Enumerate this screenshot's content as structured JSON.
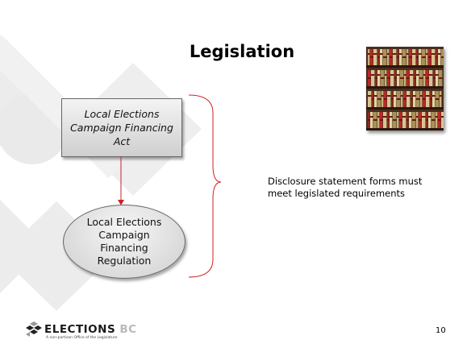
{
  "slide": {
    "title": "Legislation",
    "act_box_lines": [
      "Local Elections",
      "Campaign Financing",
      "Act"
    ],
    "regulation_lines": [
      "Local Elections",
      "Campaign",
      "Financing",
      "Regulation"
    ],
    "description_lines": [
      "Disclosure statement forms must",
      "meet legislated requirements"
    ],
    "page_number": "10",
    "photo_icon": "law-library-bookshelf-photo"
  },
  "logo": {
    "name_part1": "ELECTIONS",
    "name_part2": "BC",
    "tagline": "A non-partisan Office of the Legislature"
  },
  "colors": {
    "connector": "#cc2222",
    "brace": "#cc2222",
    "background_shape": "#ececec"
  }
}
